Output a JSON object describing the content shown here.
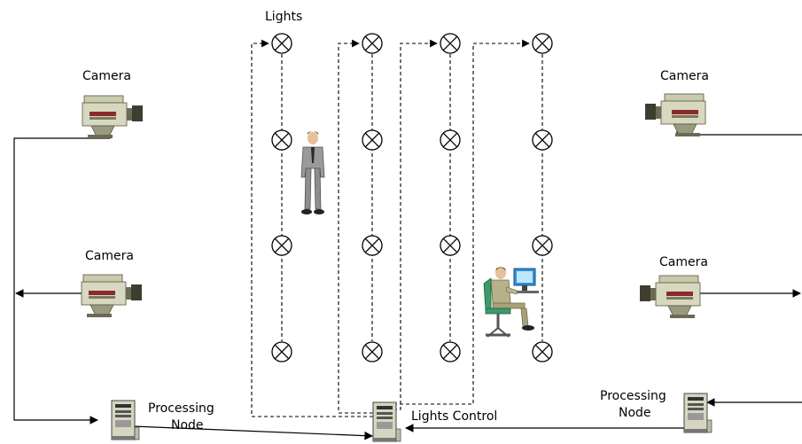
{
  "labels": {
    "lights": "Lights",
    "camera_top_left": "Camera",
    "camera_mid_left": "Camera",
    "camera_top_right": "Camera",
    "camera_mid_right": "Camera",
    "processing_node_left_line1": "Processing",
    "processing_node_left_line2": "Node",
    "processing_node_right_line1": "Processing",
    "processing_node_right_line2": "Node",
    "lights_control": "Lights Control"
  },
  "icons": {
    "camera": "camera-icon",
    "light": "light-bulb-icon",
    "computer": "computer-tower-icon",
    "person_standing": "standing-person-icon",
    "person_at_computer": "operator-at-computer-icon"
  },
  "colors": {
    "camera_body": "#d8d8c0",
    "camera_dark": "#6b6b55",
    "monitor_screen": "#4fb3ff",
    "suit": "#9a9a9a",
    "operator_suit": "#b8b088"
  }
}
